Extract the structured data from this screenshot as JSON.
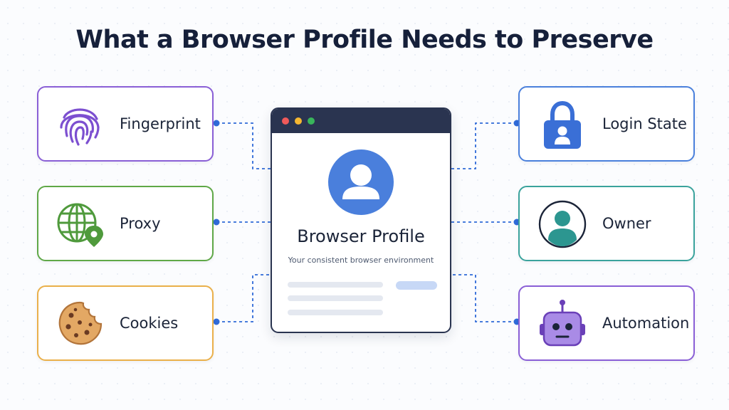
{
  "title": "What a Browser Profile Needs to Preserve",
  "center": {
    "title": "Browser Profile",
    "subtitle": "Your consistent browser environment",
    "icon": "user-avatar-icon",
    "colors": {
      "titlebar": "#2a3450",
      "avatar": "#4a7fdc",
      "close": "#f05a5a",
      "minimize": "#f5b731",
      "maximize": "#39b55b"
    }
  },
  "nodes_left": [
    {
      "label": "Fingerprint",
      "icon": "fingerprint-icon",
      "color": "#7c4fd0"
    },
    {
      "label": "Proxy",
      "icon": "globe-location-icon",
      "color": "#4f9a3c"
    },
    {
      "label": "Cookies",
      "icon": "cookie-icon",
      "color": "#e8a93c"
    }
  ],
  "nodes_right": [
    {
      "label": "Login State",
      "icon": "padlock-user-icon",
      "color": "#3a6fd6"
    },
    {
      "label": "Owner",
      "icon": "person-icon",
      "color": "#2c9690"
    },
    {
      "label": "Automation",
      "icon": "robot-icon",
      "color": "#8050cc"
    }
  ],
  "connector_color": "#2f6ad8"
}
